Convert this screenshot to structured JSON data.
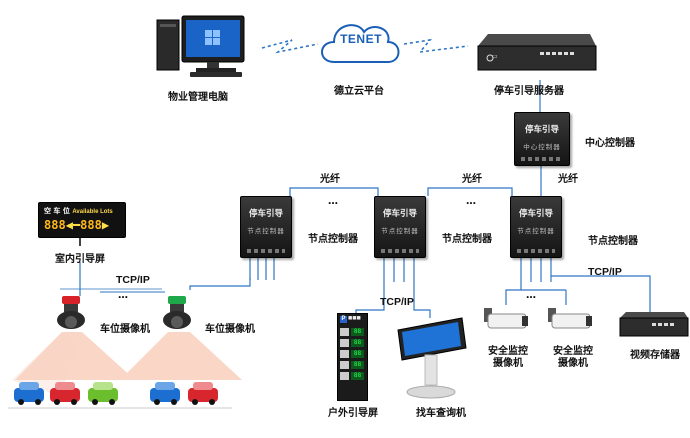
{
  "nodes": {
    "property_pc": "物业管理电脑",
    "cloud_platform": "德立云平台",
    "cloud_logo": "TENET",
    "parking_server": "停车引导服务器",
    "central_controller": "中心控制器",
    "node_controller": "节点控制器",
    "indoor_screen": "室内引导屏",
    "bay_camera": "车位摄像机",
    "outdoor_screen": "户外引导屏",
    "car_finder_kiosk": "找车查询机",
    "security_camera": "安全监控\n摄像机",
    "video_recorder": "视频存储器"
  },
  "links": {
    "fiber": "光纤",
    "tcpip": "TCP/IP",
    "ellipsis": "…"
  },
  "controller_face": {
    "title": "停车引导",
    "subtitle": "节点控制器",
    "central_subtitle": "中心控制器"
  },
  "indoor_sign": {
    "cn": "空 车 位",
    "en": "Available Lots",
    "digits_left": "888",
    "digits_right": "888"
  },
  "colors": {
    "link_line": "#2f76c4",
    "bay_light_red": "#d8222a",
    "bay_light_green": "#1ea84a",
    "camera_cone": "#f7c9b3"
  }
}
